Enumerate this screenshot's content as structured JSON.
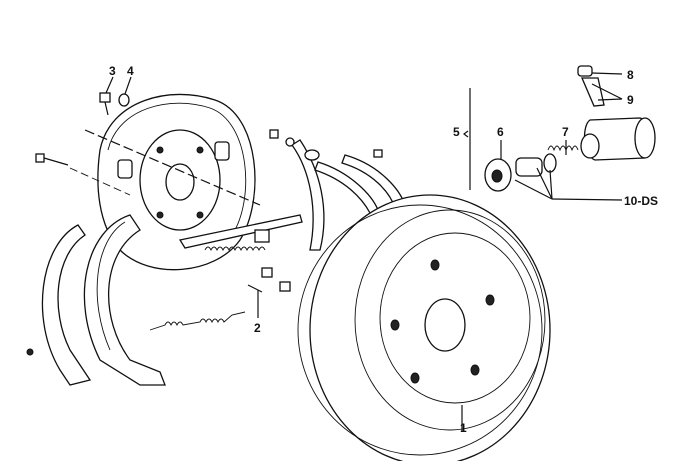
{
  "diagram": {
    "type": "exploded parts diagram",
    "callouts": [
      {
        "id": "1",
        "label": "1"
      },
      {
        "id": "2",
        "label": "2"
      },
      {
        "id": "3",
        "label": "3"
      },
      {
        "id": "4",
        "label": "4"
      },
      {
        "id": "5",
        "label": "5"
      },
      {
        "id": "6",
        "label": "6"
      },
      {
        "id": "7",
        "label": "7"
      },
      {
        "id": "8",
        "label": "8"
      },
      {
        "id": "9",
        "label": "9"
      },
      {
        "id": "10",
        "label": "10-DS"
      }
    ]
  }
}
